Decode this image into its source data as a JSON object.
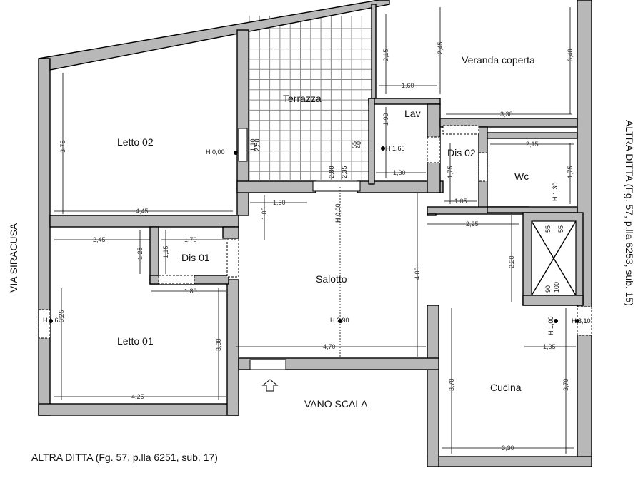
{
  "rooms": {
    "letto02": "Letto 02",
    "letto01": "Letto 01",
    "dis01": "Dis 01",
    "terrazza": "Terrazza",
    "lav": "Lav",
    "veranda": "Veranda coperta",
    "dis02": "Dis 02",
    "wc": "Wc",
    "salotto": "Salotto",
    "cucina": "Cucina",
    "vano_scala": "VANO SCALA"
  },
  "labels": {
    "via": "VIA SIRACUSA",
    "bottom": "ALTRA DITTA (Fg. 57, p.lla 6251, sub. 17)",
    "right": "ALTRA DITTA (Fg. 57, p.lla 6253, sub. 15)"
  },
  "dimensions": {
    "d375": "3,75",
    "d445": "4,45",
    "d245a": "2,45",
    "d170": "1,70",
    "d125": "1,25",
    "d115": "1,15",
    "d180": "1,80",
    "d325": "3,25",
    "d300": "3,00",
    "d425": "4,25",
    "d215a": "2,15",
    "d245b": "2,45",
    "d160": "1,60",
    "d340": "3,40",
    "d330a": "3,30",
    "d190": "1,90",
    "d130": "1,30",
    "d175a": "1,75",
    "d215b": "2,15",
    "d175b": "1,75",
    "d105a": "1,05",
    "d105b": "1,05",
    "d150": "1,50",
    "d225": "2,25",
    "d400": "4,00",
    "d220": "2,20",
    "d470": "4,70",
    "d135": "1,35",
    "d370a": "3,70",
    "d370b": "3,70",
    "d330b": "3,30"
  },
  "heights": {
    "h000a": "H 0,00",
    "h165": "H 1,65",
    "h000b": "H 0,00",
    "h160": "H 1,60",
    "h390": "H 3,90",
    "h130": "H 1,30",
    "h100": "H 1,00",
    "h310": "H 3,10"
  },
  "tags": {
    "t_win1a": "1,10",
    "t_win1b": "2,50",
    "t_win2a": "55",
    "t_win2b": "40",
    "t_door1a": "2,80",
    "t_door1b": "2,35",
    "t_sh1": "55",
    "t_sh2": "55",
    "t_sh3": "90",
    "t_sh4": "100"
  }
}
